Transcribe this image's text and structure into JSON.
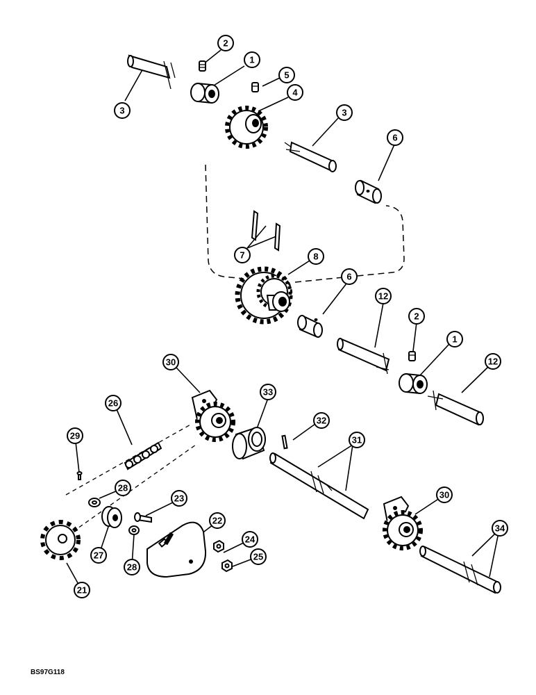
{
  "diagram": {
    "reference_code": "BS97G118",
    "callouts": [
      {
        "id": "c-2a",
        "label": "2"
      },
      {
        "id": "c-1a",
        "label": "1"
      },
      {
        "id": "c-5",
        "label": "5"
      },
      {
        "id": "c-4",
        "label": "4"
      },
      {
        "id": "c-3a",
        "label": "3"
      },
      {
        "id": "c-3b",
        "label": "3"
      },
      {
        "id": "c-6a",
        "label": "6"
      },
      {
        "id": "c-7",
        "label": "7"
      },
      {
        "id": "c-8",
        "label": "8"
      },
      {
        "id": "c-6b",
        "label": "6"
      },
      {
        "id": "c-12a",
        "label": "12"
      },
      {
        "id": "c-2b",
        "label": "2"
      },
      {
        "id": "c-1b",
        "label": "1"
      },
      {
        "id": "c-12b",
        "label": "12"
      },
      {
        "id": "c-30a",
        "label": "30"
      },
      {
        "id": "c-33",
        "label": "33"
      },
      {
        "id": "c-26",
        "label": "26"
      },
      {
        "id": "c-29",
        "label": "29"
      },
      {
        "id": "c-32",
        "label": "32"
      },
      {
        "id": "c-31",
        "label": "31"
      },
      {
        "id": "c-28a",
        "label": "28"
      },
      {
        "id": "c-23",
        "label": "23"
      },
      {
        "id": "c-22",
        "label": "22"
      },
      {
        "id": "c-30b",
        "label": "30"
      },
      {
        "id": "c-34",
        "label": "34"
      },
      {
        "id": "c-24",
        "label": "24"
      },
      {
        "id": "c-25",
        "label": "25"
      },
      {
        "id": "c-27",
        "label": "27"
      },
      {
        "id": "c-28b",
        "label": "28"
      },
      {
        "id": "c-21",
        "label": "21"
      }
    ]
  }
}
